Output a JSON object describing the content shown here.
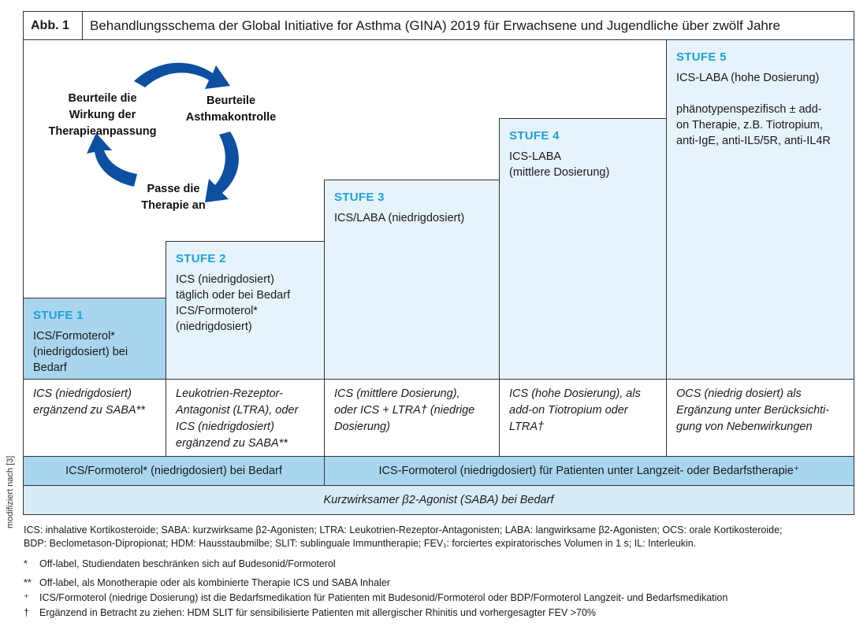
{
  "header": {
    "label": "Abb. 1",
    "title": "Behandlungsschema der Global Initiative for Asthma (GINA) 2019 für Erwachsene und Jugendliche über zwölf Jahre"
  },
  "cycle": {
    "top_right": [
      "Beurteile",
      "Asthmakontrolle"
    ],
    "left": [
      "Beurteile die",
      "Wirkung der",
      "Therapieanpassung"
    ],
    "bottom": [
      "Passe die",
      "Therapie an"
    ],
    "arrow_color": "#0d4fa1"
  },
  "steps": [
    {
      "label": "STUFE 1",
      "lines": [
        "ICS/Formoterol*",
        "(niedrigdosiert) bei",
        "Bedarf"
      ]
    },
    {
      "label": "STUFE 2",
      "lines": [
        "ICS (niedrigdosiert)",
        "täglich oder bei Bedarf",
        "ICS/Formoterol*",
        "(niedrigdosiert)"
      ]
    },
    {
      "label": "STUFE 3",
      "lines": [
        "ICS/LABA (niedrigdosiert)"
      ]
    },
    {
      "label": "STUFE 4",
      "lines": [
        "ICS-LABA",
        "(mittlere Dosierung)"
      ]
    },
    {
      "label": "STUFE 5",
      "lines": [
        "ICS-LABA (hohe Dosierung)",
        "",
        "phänotypenspezifisch ± add-",
        "on Therapie, z.B. Tiotropium,",
        "anti-IgE, anti-IL5/5R, anti-IL4R"
      ]
    }
  ],
  "alternatives": [
    [
      "ICS (niedrigdosiert)",
      "ergänzend zu SABA**"
    ],
    [
      "Leukotrien-Rezeptor-",
      "Antagonist (LTRA), oder",
      "ICS (niedrigdosiert)",
      "ergänzend zu SABA**"
    ],
    [
      "ICS (mittlere Dosierung),",
      "oder ICS + LTRA† (niedrige",
      "Dosierung)"
    ],
    [
      "ICS (hohe Dosierung), als",
      "add-on Tiotropium oder",
      "LTRA†"
    ],
    [
      "OCS (niedrig dosiert) als",
      "Ergänzung unter Berücksichti-",
      "gung von Nebenwirkungen"
    ]
  ],
  "reliever": {
    "left": "ICS/Formoterol* (niedrigdosiert) bei Bedarf",
    "right": "ICS-Formoterol (niedrigdosiert) für Patienten unter Langzeit- oder Bedarfstherapie⁺",
    "saba": "Kurzwirksamer β2-Agonist (SABA) bei Bedarf"
  },
  "side_note": "modifiziert nach [3]",
  "abbreviations": [
    "ICS: inhalative Kortikosteroide; SABA: kurzwirksame β2-Agonisten; LTRA: Leukotrien-Rezeptor-Antagonisten; LABA: langwirksame β2-Agonisten; OCS: orale Kortikosteroide;",
    "BDP: Beclometason-Dipropionat; HDM: Hausstaubmilbe; SLIT: sublinguale Immuntherapie; FEV₁: forciertes expiratorisches Volumen in 1 s; IL: Interleukin."
  ],
  "footnotes": [
    {
      "sym": "*",
      "text": "Off-label, Studiendaten beschränken sich auf Budesonid/Formoterol"
    },
    {
      "sym": "**",
      "text": "Off-label, als Monotherapie oder als kombinierte Therapie ICS und SABA Inhaler"
    },
    {
      "sym": "⁺",
      "text": "ICS/Formoterol (niedrige Dosierung) ist die Bedarfsmedikation für Patienten mit Budesonid/Formoterol oder BDP/Formoterol Langzeit- und Bedarfsmedikation"
    },
    {
      "sym": "†",
      "text": "Ergänzend in Betracht zu ziehen: HDM SLIT für sensibilisierte Patienten mit allergischer Rhinitis und vorhergesagter FEV >70%"
    }
  ]
}
